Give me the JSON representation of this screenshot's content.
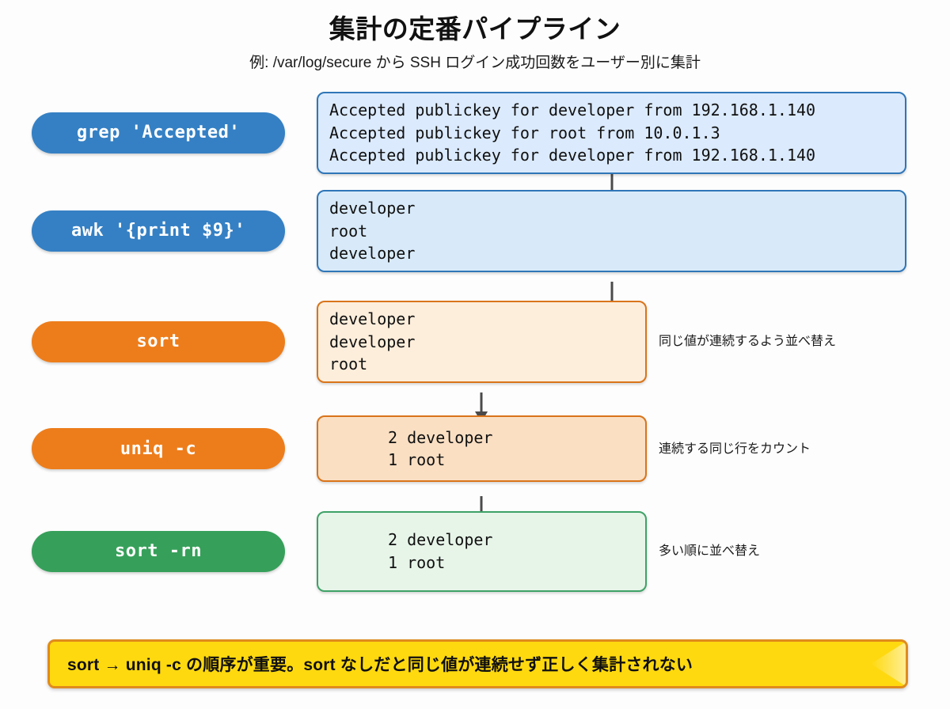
{
  "header": {
    "title": "集計の定番パイプライン",
    "subtitle": "例: /var/log/secure から SSH ログイン成功回数をユーザー別に集計"
  },
  "stages": [
    {
      "command": "grep 'Accepted'",
      "color": "#3580c4",
      "output": "Accepted publickey for developer from 192.168.1.140\nAccepted publickey for root from 10.0.1.3\nAccepted publickey for developer from 192.168.1.140",
      "note": ""
    },
    {
      "command": "awk '{print $9}'",
      "color": "#3580c4",
      "output": "developer\nroot\ndeveloper",
      "note": ""
    },
    {
      "command": "sort",
      "color": "#ed7d1b",
      "output": "developer\ndeveloper\nroot",
      "note": "同じ値が連続するよう並べ替え"
    },
    {
      "command": "uniq -c",
      "color": "#ed7d1b",
      "output": "2 developer\n1 root",
      "note": "連続する同じ行をカウント"
    },
    {
      "command": "sort -rn",
      "color": "#36a05a",
      "output": "2 developer\n1 root",
      "note": "多い順に並べ替え"
    }
  ],
  "banner": {
    "text": "sort → uniq -c の順序が重要。sort なしだと同じ値が連続せず正しく集計されない",
    "background": "#ffd90f",
    "border": "#e08b1c"
  }
}
